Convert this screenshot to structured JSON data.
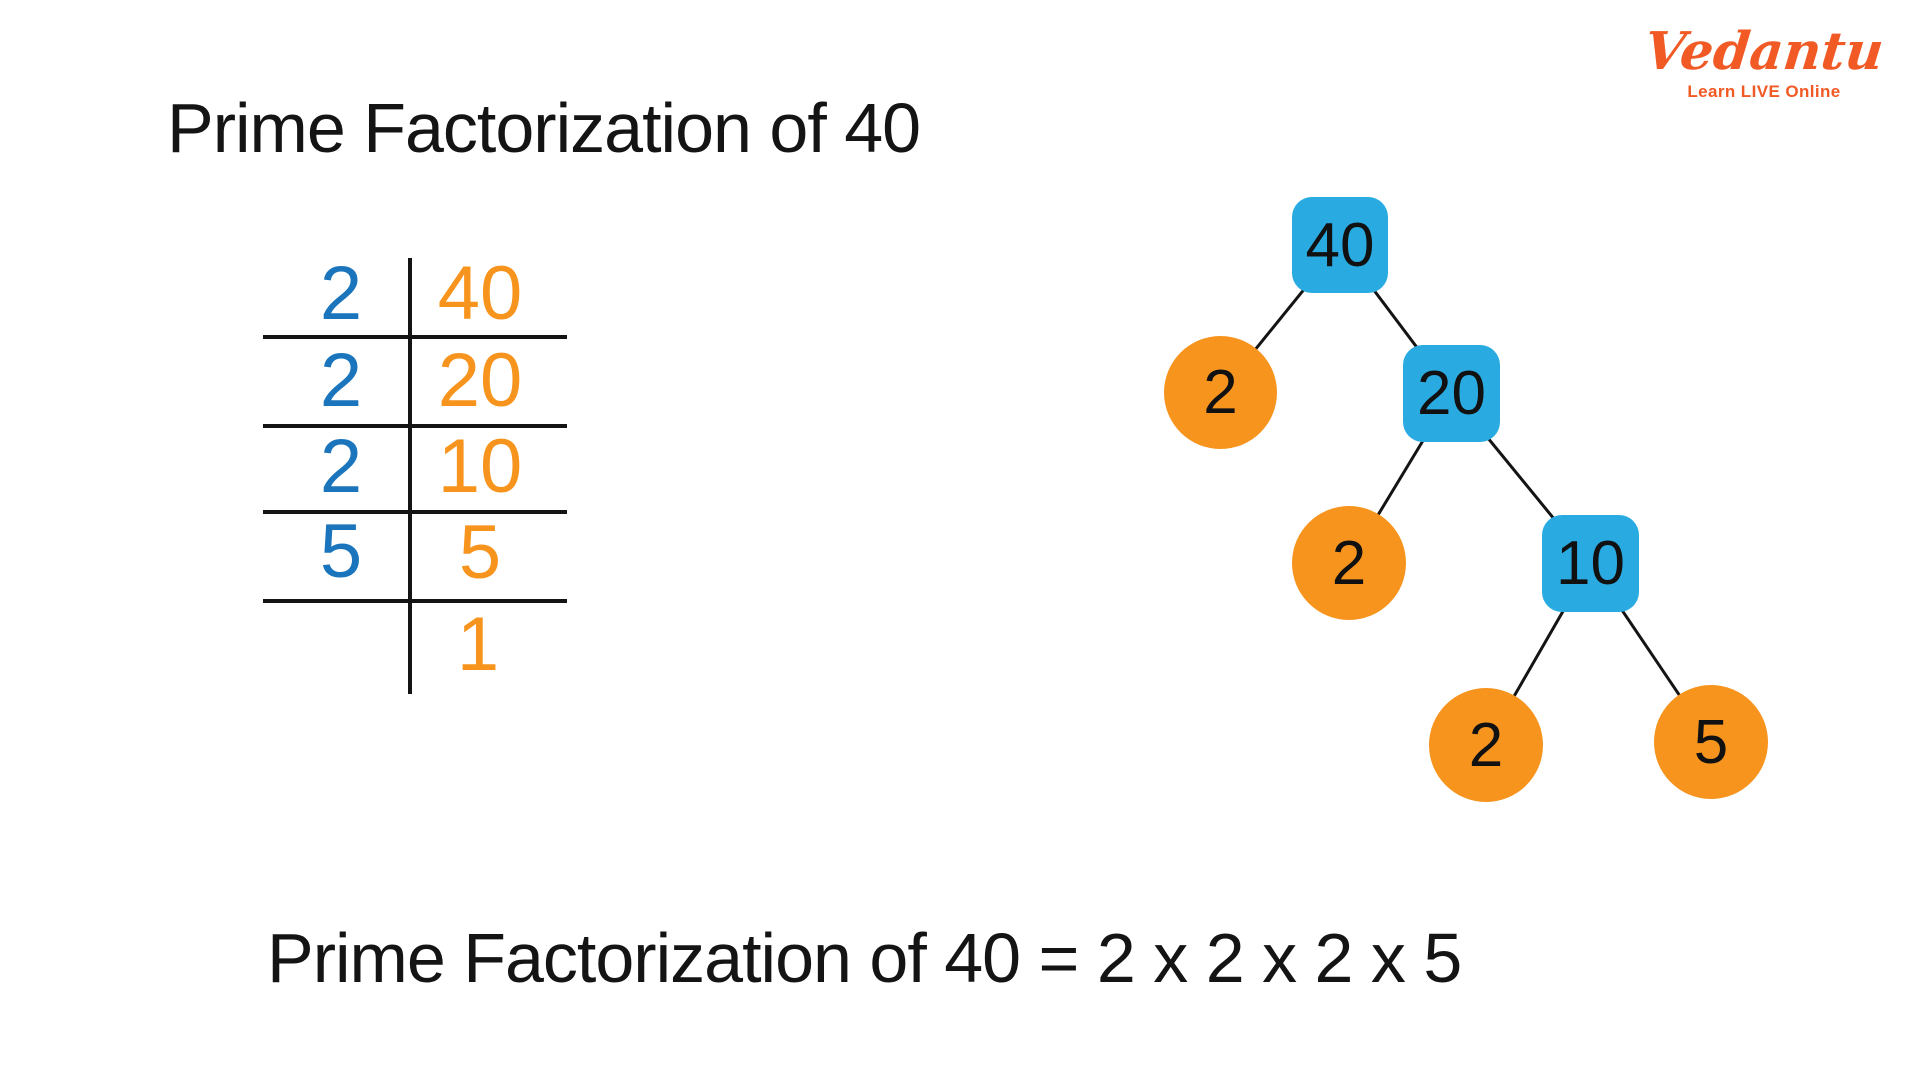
{
  "title": "Prime Factorization of 40",
  "equation": "Prime Factorization of 40 = 2 x 2 x 2 x 5",
  "logo": {
    "brand": "Vedantu",
    "tagline": "Learn LIVE Online",
    "color": "#F15A24"
  },
  "ladder": {
    "divisor_color": "#1B75BC",
    "quotient_color": "#F7941E",
    "rows": [
      {
        "divisor": "2",
        "quotient": "40"
      },
      {
        "divisor": "2",
        "quotient": "20"
      },
      {
        "divisor": "2",
        "quotient": "10"
      },
      {
        "divisor": "5",
        "quotient": "5"
      },
      {
        "divisor": "",
        "quotient": "1"
      }
    ]
  },
  "tree": {
    "box_color": "#29ABE2",
    "circle_color": "#F7941E",
    "nodes": [
      {
        "id": "n40",
        "label": "40",
        "type": "box"
      },
      {
        "id": "n2a",
        "label": "2",
        "type": "circle"
      },
      {
        "id": "n20",
        "label": "20",
        "type": "box"
      },
      {
        "id": "n2b",
        "label": "2",
        "type": "circle"
      },
      {
        "id": "n10",
        "label": "10",
        "type": "box"
      },
      {
        "id": "n2c",
        "label": "2",
        "type": "circle"
      },
      {
        "id": "n5",
        "label": "5",
        "type": "circle"
      }
    ],
    "edges": [
      [
        "n40",
        "n2a"
      ],
      [
        "n40",
        "n20"
      ],
      [
        "n20",
        "n2b"
      ],
      [
        "n20",
        "n10"
      ],
      [
        "n10",
        "n2c"
      ],
      [
        "n10",
        "n5"
      ]
    ]
  }
}
